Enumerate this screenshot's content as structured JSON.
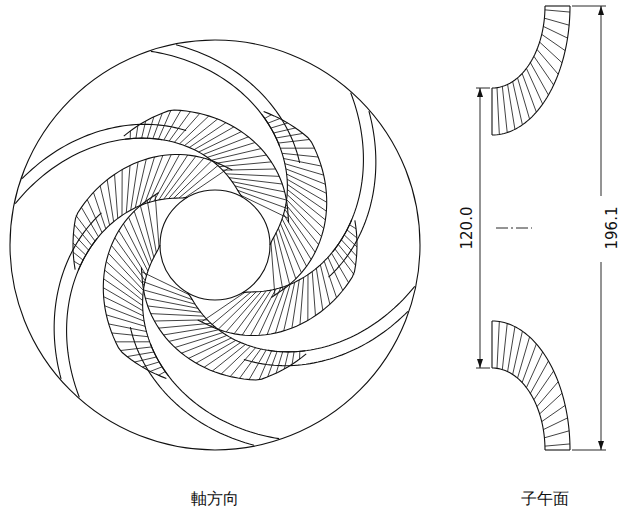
{
  "diagram": {
    "labels": [
      "120.0",
      "196.1",
      "軸方向",
      "子午面"
    ]
  }
}
